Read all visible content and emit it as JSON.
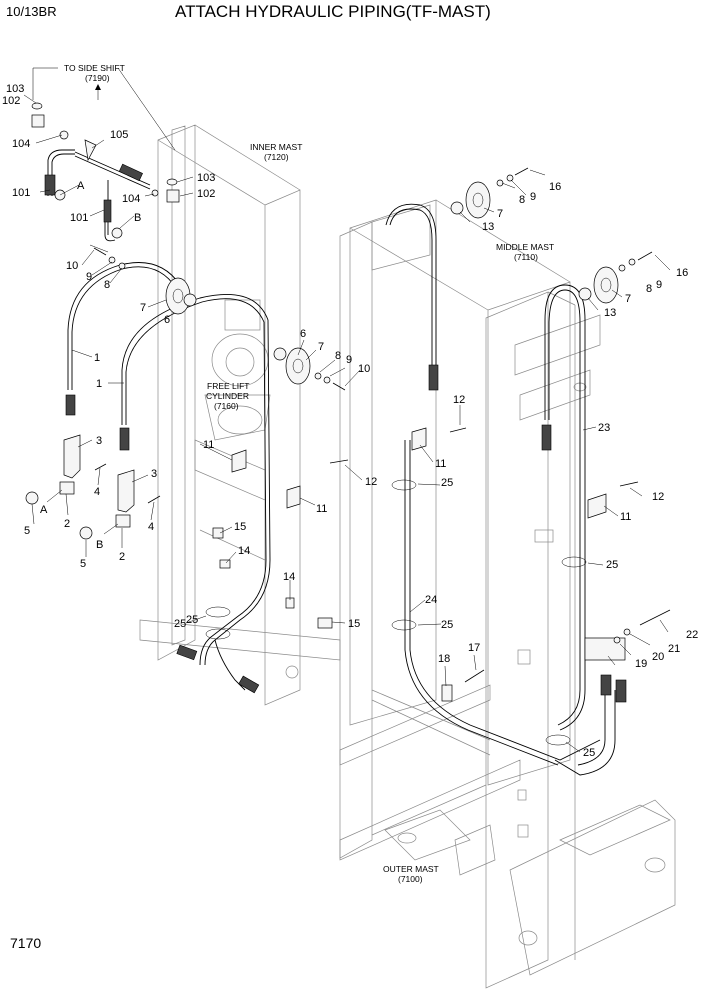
{
  "header": {
    "model": "10/13BR",
    "title": "ATTACH HYDRAULIC PIPING(TF-MAST)"
  },
  "page_number": "7170",
  "labels": {
    "to_side_shift": "TO SIDE SHIFT",
    "to_side_shift_ref": "(7190)",
    "inner_mast": "INNER MAST",
    "inner_mast_ref": "(7120)",
    "middle_mast": "MIDDLE MAST",
    "middle_mast_ref": "(7110)",
    "free_lift_1": "FREE LIFT",
    "free_lift_2": "CYLINDER",
    "free_lift_ref": "(7160)",
    "outer_mast": "OUTER MAST",
    "outer_mast_ref": "(7100)"
  },
  "callouts": [
    "103",
    "102",
    "104",
    "105",
    "101",
    "A",
    "104",
    "101",
    "B",
    "103",
    "102",
    "10",
    "9",
    "8",
    "7",
    "6",
    "1",
    "1",
    "3",
    "4",
    "2",
    "5",
    "A",
    "3",
    "4",
    "2",
    "5",
    "B",
    "16",
    "8",
    "9",
    "7",
    "13",
    "16",
    "9",
    "8",
    "7",
    "13",
    "6",
    "7",
    "8",
    "9",
    "10",
    "12",
    "11",
    "11",
    "12",
    "25",
    "11",
    "12",
    "25",
    "15",
    "14",
    "14",
    "15",
    "25",
    "24",
    "25",
    "23",
    "17",
    "18",
    "25",
    "22",
    "21",
    "20",
    "19",
    "11",
    "25"
  ]
}
